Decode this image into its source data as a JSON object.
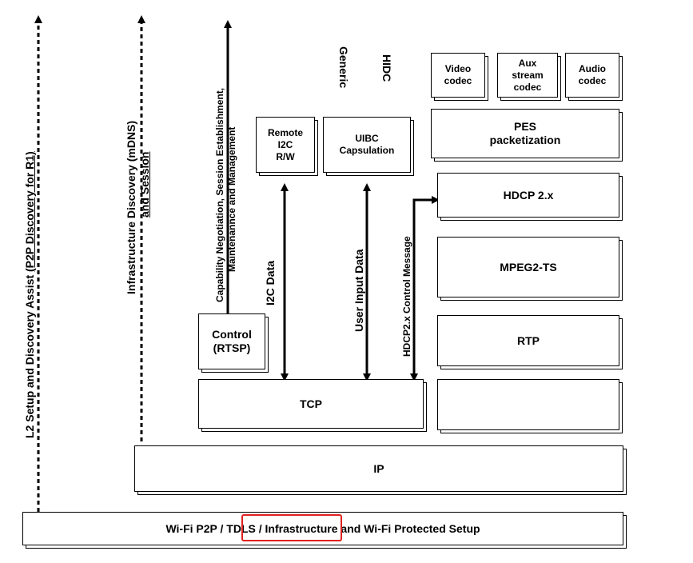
{
  "boxes": {
    "video_codec": "Video\ncodec",
    "aux_stream_codec": "Aux\nstream\ncodec",
    "audio_codec": "Audio\ncodec",
    "pes": "PES\npacketization",
    "hdcp": "HDCP 2.x",
    "mpeg2ts": "MPEG2-TS",
    "rtp": "RTP",
    "tcp": "TCP",
    "ip": "IP",
    "remote_i2c": "Remote\nI2C\nR/W",
    "uibc": "UIBC\nCapsulation",
    "control": "Control\n(RTSP)",
    "wifi_prefix": "Wi-Fi P2P / TDLS / ",
    "wifi_highlight": "Infrastructure",
    "wifi_suffix": " and Wi-Fi Protected Setup"
  },
  "labels": {
    "l2_prefix": "L2 Setup and Discovery Assist ",
    "l2_underlined": "(P2P Discovery for R1)",
    "infra_line1": "Infrastructure Discovery (mDNS)",
    "infra_line2": "and Session",
    "cap_line1": "Capability Negotiation, Session Establishment,",
    "cap_line2": "Maintenannce and Management",
    "i2c_data": "I2C Data",
    "user_input": "User Input Data",
    "hdcp_msg": "HDCP2.x Control Message",
    "generic": "Generic",
    "hidc": "HIDC"
  },
  "colors": {
    "highlight": "#e02020"
  }
}
